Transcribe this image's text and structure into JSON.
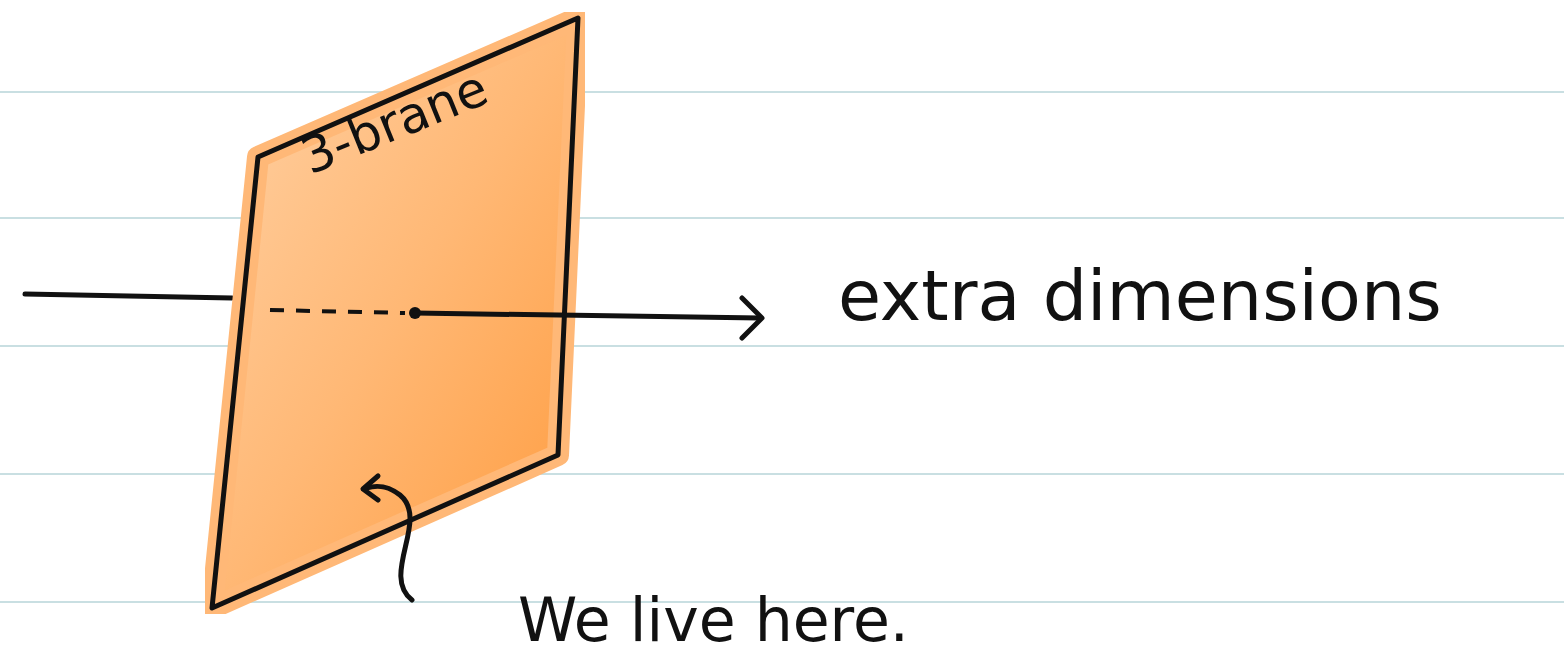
{
  "diagram": {
    "nodes": [
      {
        "text": [
          "3-brane"
        ]
      }
    ],
    "labels": [
      "extra dimensions",
      "We live here."
    ]
  }
}
